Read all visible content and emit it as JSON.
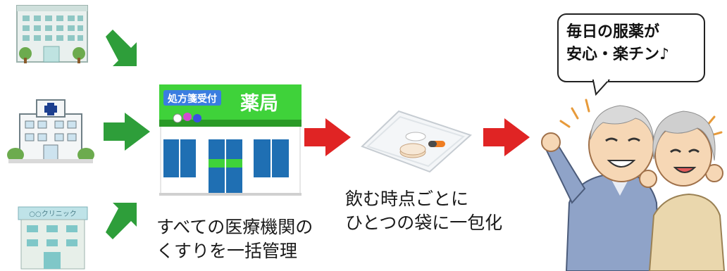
{
  "hospitals": {
    "clinic_sign": "○○クリニック"
  },
  "pharmacy": {
    "sign_small": "処方箋受付",
    "sign_large": "薬局",
    "caption_line1": "すべての医療機関の",
    "caption_line2": "くすりを一括管理"
  },
  "medicine": {
    "caption_line1": "飲む時点ごとに",
    "caption_line2": "ひとつの袋に一包化"
  },
  "elderly": {
    "speech_line1": "毎日の服薬が",
    "speech_line2": "安心・楽チン♪"
  },
  "colors": {
    "green_arrow": "#2e9e3a",
    "red_arrow": "#e02424",
    "pharmacy_green": "#3fd23a"
  },
  "icons": [
    "hospital-building-icon",
    "hospital-cross-icon",
    "clinic-building-icon",
    "pharmacy-store-icon",
    "medicine-packet-icon",
    "elderly-couple-icon"
  ]
}
